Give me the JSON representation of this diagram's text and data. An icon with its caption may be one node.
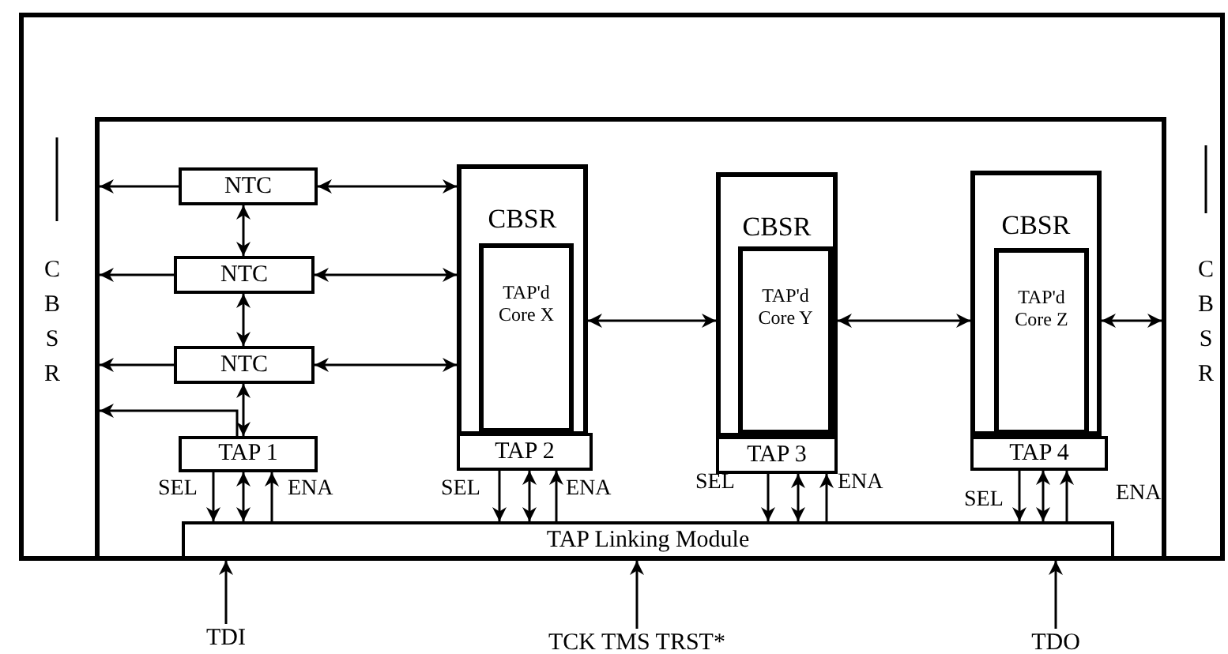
{
  "diagram": {
    "nodes": [
      {
        "text": [
          "CBSR",
          "CBSR"
        ]
      },
      {
        "text": [],
        "shape": "box",
        "in": 0
      },
      {
        "text": [
          "NTC"
        ],
        "in": 1
      },
      {
        "text": [
          "NTC"
        ],
        "in": 1
      },
      {
        "text": [
          "NTC"
        ],
        "in": 1
      },
      {
        "text": [
          "TAP 1"
        ],
        "in": 1
      },
      {
        "text": [
          "CBSR"
        ],
        "in": 1
      },
      {
        "text": [
          "TAP'd Core X"
        ],
        "in": 6
      },
      {
        "text": [
          "TAP 2"
        ],
        "in": 1
      },
      {
        "text": [
          "CBSR"
        ],
        "in": 1
      },
      {
        "text": [
          "TAP'd Core Y"
        ],
        "in": 9
      },
      {
        "text": [
          "TAP 3"
        ],
        "in": 1
      },
      {
        "text": [
          "CBSR"
        ],
        "in": 1
      },
      {
        "text": [
          "TAP'd Core Z"
        ],
        "in": 12
      },
      {
        "text": [
          "TAP 4"
        ],
        "in": 1
      },
      {
        "text": [
          "TAP Linking Module"
        ],
        "in": 1
      },
      {
        "text": [
          "TDI"
        ]
      },
      {
        "text": [
          "TCK TMS TRST*"
        ]
      },
      {
        "text": [
          "TDO"
        ]
      }
    ],
    "edges": [
      {
        "from": 2,
        "to": 1,
        "arrow": "to"
      },
      {
        "from": 2,
        "to": 6,
        "arrow": "both"
      },
      {
        "from": 3,
        "to": 1,
        "arrow": "to"
      },
      {
        "from": 3,
        "to": 6,
        "arrow": "both"
      },
      {
        "from": 4,
        "to": 1,
        "arrow": "to"
      },
      {
        "from": 4,
        "to": 6,
        "arrow": "both"
      },
      {
        "from": 2,
        "to": 3,
        "arrow": "both"
      },
      {
        "from": 3,
        "to": 4,
        "arrow": "both"
      },
      {
        "from": 4,
        "to": 5,
        "arrow": "both"
      },
      {
        "from": 5,
        "to": 1,
        "arrow": "to"
      },
      {
        "from": 6,
        "to": 9,
        "arrow": "both"
      },
      {
        "from": 9,
        "to": 12,
        "arrow": "both"
      },
      {
        "from": 12,
        "to": 1,
        "arrow": "both"
      },
      {
        "from": 5,
        "to": 15,
        "arrow": "to",
        "label": "SEL"
      },
      {
        "from": 5,
        "to": 15,
        "arrow": "both"
      },
      {
        "from": 15,
        "to": 5,
        "arrow": "to",
        "label": "ENA"
      },
      {
        "from": 8,
        "to": 15,
        "arrow": "to",
        "label": "SEL"
      },
      {
        "from": 8,
        "to": 15,
        "arrow": "both"
      },
      {
        "from": 15,
        "to": 8,
        "arrow": "to",
        "label": "ENA"
      },
      {
        "from": 11,
        "to": 15,
        "arrow": "to",
        "label": "SEL"
      },
      {
        "from": 11,
        "to": 15,
        "arrow": "both"
      },
      {
        "from": 15,
        "to": 11,
        "arrow": "to",
        "label": "ENA"
      },
      {
        "from": 14,
        "to": 15,
        "arrow": "to",
        "label": "SEL"
      },
      {
        "from": 14,
        "to": 15,
        "arrow": "both"
      },
      {
        "from": 15,
        "to": 14,
        "arrow": "to",
        "label": "ENA"
      },
      {
        "from": 16,
        "to": 15,
        "arrow": "to"
      },
      {
        "from": 17,
        "to": 15,
        "arrow": "to"
      },
      {
        "from": 18,
        "to": 15,
        "arrow": "to"
      }
    ]
  }
}
